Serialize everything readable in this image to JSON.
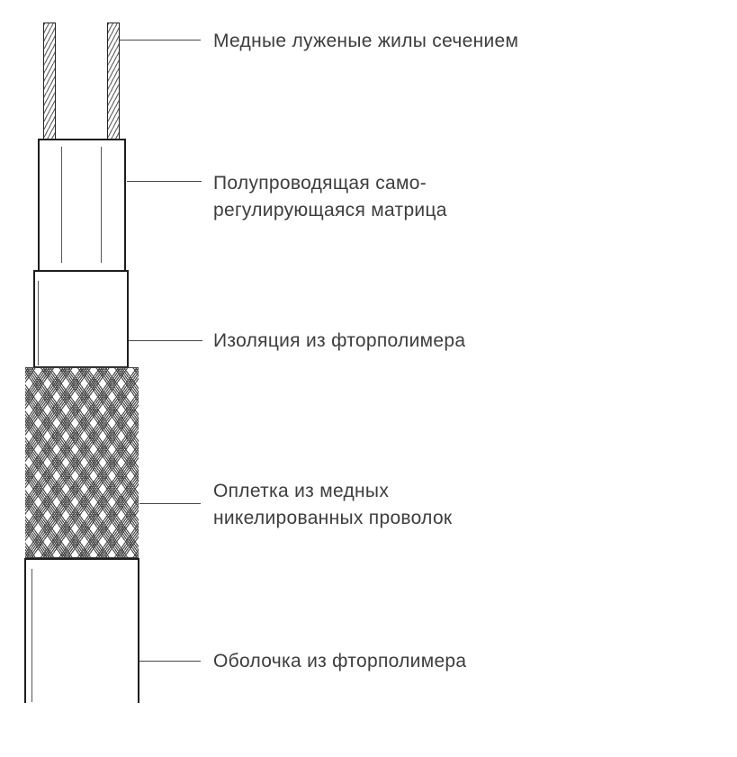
{
  "labels": {
    "conductors": {
      "lines": [
        "Медные луженые жилы сечением"
      ]
    },
    "matrix": {
      "lines": [
        "Полупроводящая само-",
        "регулирующаяся матрица"
      ]
    },
    "insulation": {
      "lines": [
        "Изоляция из фторполимера"
      ]
    },
    "braid": {
      "lines": [
        "Оплетка из медных",
        "никелированных проволок"
      ]
    },
    "jacket": {
      "lines": [
        "Оболочка из фторполимера"
      ]
    }
  },
  "colors": {
    "background": "#ffffff",
    "outline": "#1d1d1d",
    "leader_line": "#474747",
    "text": "#3d3d3d",
    "hatch": "#4b4b4b"
  }
}
